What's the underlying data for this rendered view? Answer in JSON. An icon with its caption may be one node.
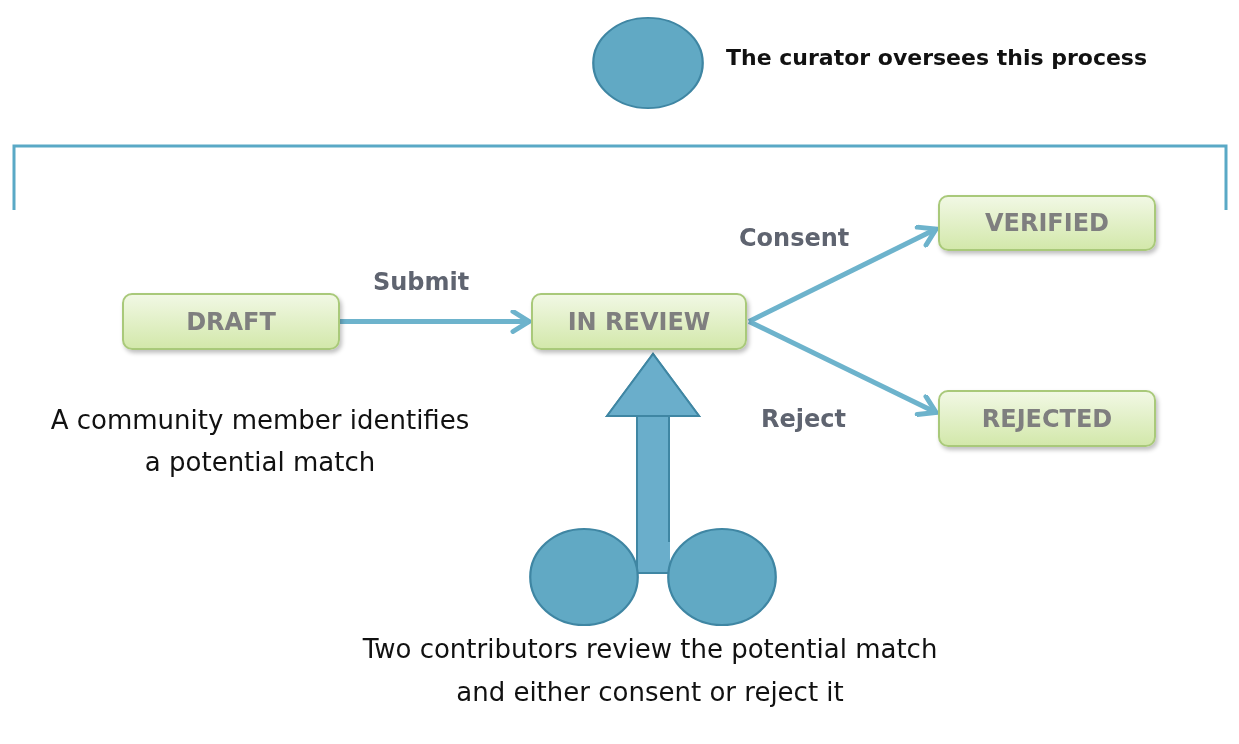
{
  "diagram": {
    "nodes": [
      {
        "text": [],
        "shape": "circle",
        "beside": [
          "The curator oversees this process"
        ]
      },
      {
        "text": [
          "DRAFT"
        ],
        "beside": [
          "A community member identifies a potential match"
        ]
      },
      {
        "text": [
          "IN REVIEW"
        ]
      },
      {
        "text": [
          "VERIFIED"
        ]
      },
      {
        "text": [
          "REJECTED"
        ]
      },
      {
        "text": [],
        "shape": "circle"
      },
      {
        "text": [],
        "shape": "circle"
      }
    ],
    "edges": [
      {
        "from": 1,
        "to": 2,
        "arrow": "to",
        "label": "Submit"
      },
      {
        "from": 2,
        "to": 3,
        "arrow": "to",
        "label": "Consent"
      },
      {
        "from": 2,
        "to": 4,
        "arrow": "to",
        "label": "Reject"
      },
      {
        "from": 5,
        "to": 2,
        "arrow": "to",
        "style": "thick"
      },
      {
        "from": 6,
        "to": 2,
        "arrow": "to",
        "style": "thick"
      }
    ],
    "labels": [
      "Two contributors review the potential match and either consent or reject it"
    ]
  }
}
